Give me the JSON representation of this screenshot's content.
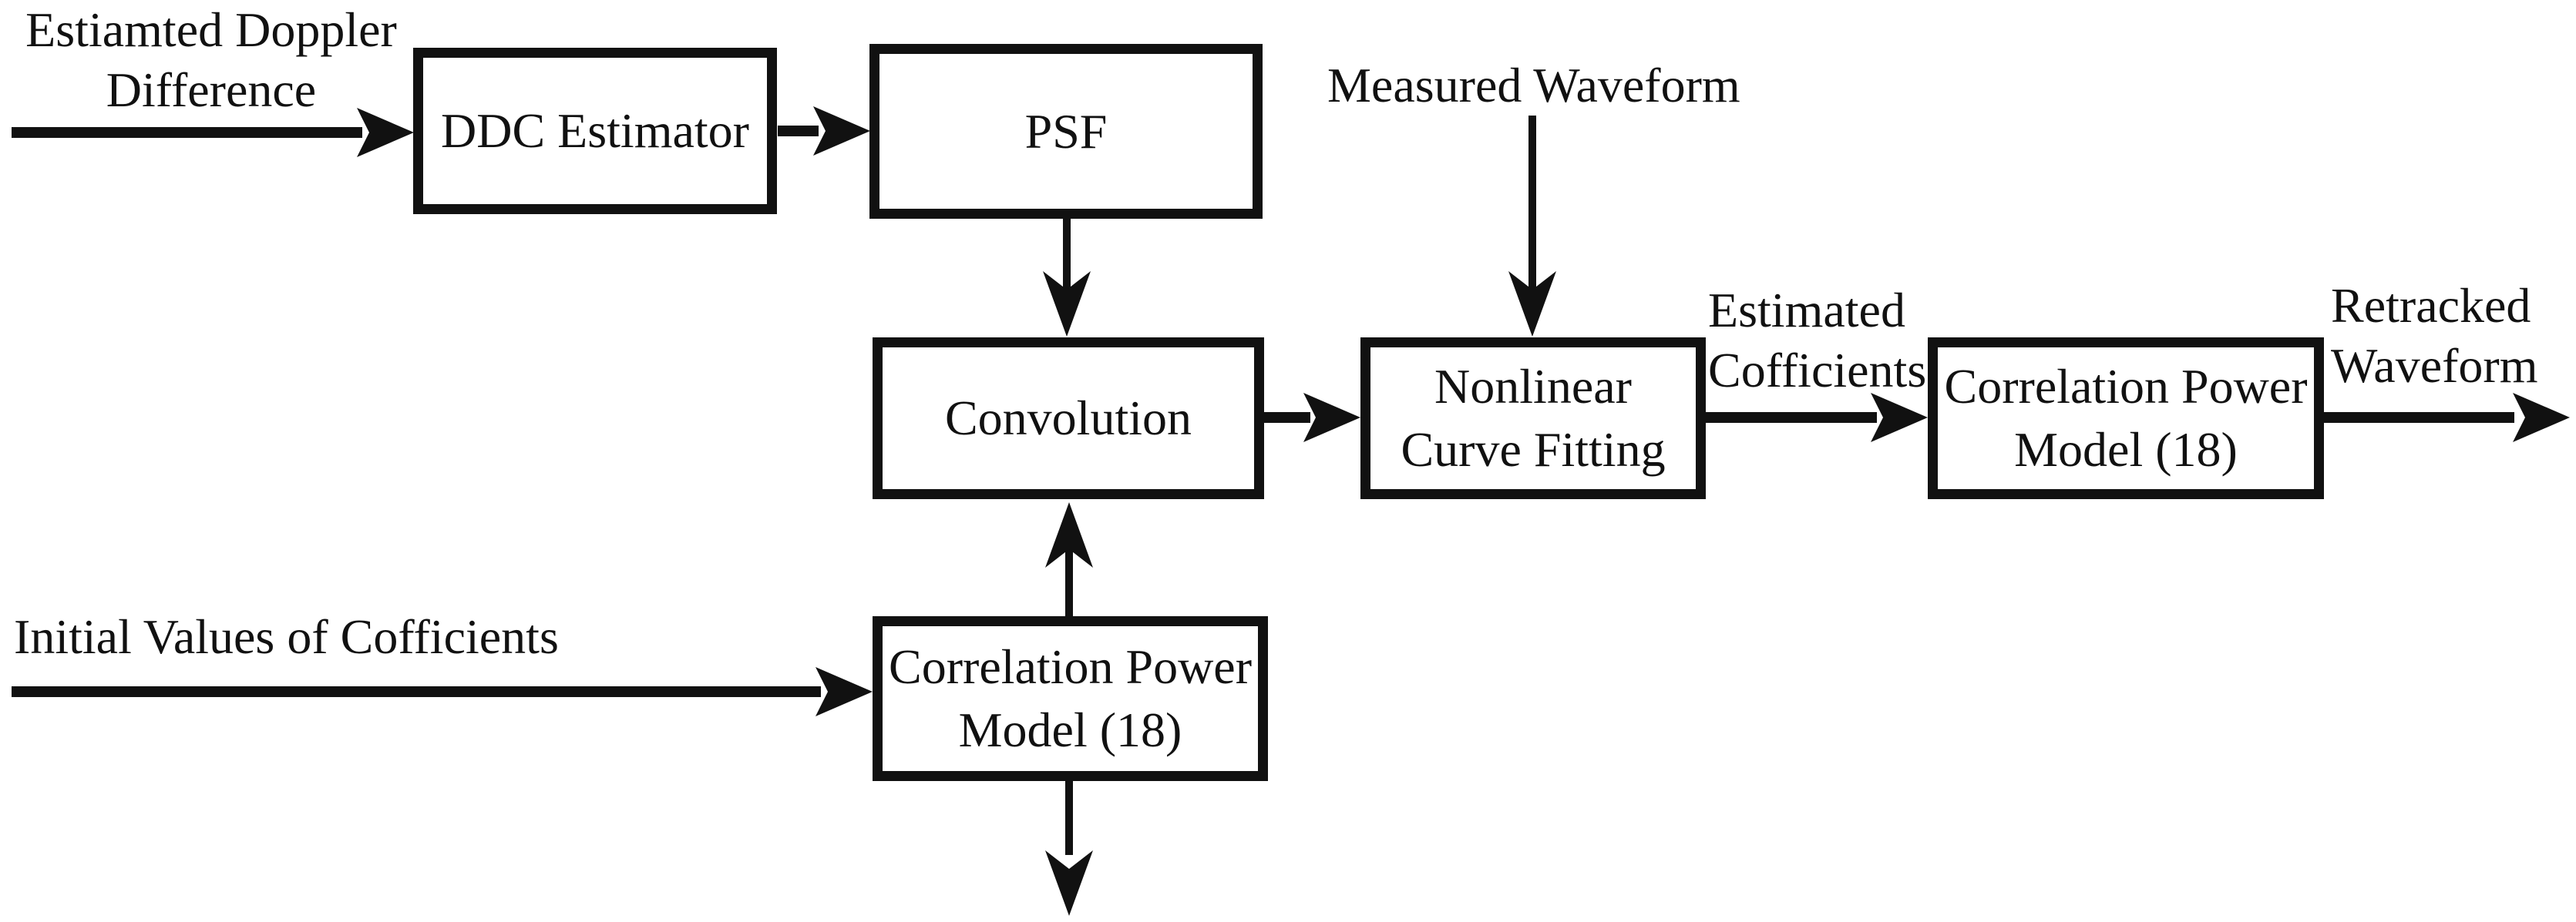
{
  "figure": {
    "type": "block-flow-diagram",
    "ink_color": "#111111",
    "background_color": "#ffffff"
  },
  "boxes": {
    "ddc_estimator": {
      "label": "DDC Estimator"
    },
    "psf": {
      "label": "PSF"
    },
    "convolution": {
      "label": "Convolution"
    },
    "nonlinear_curve_fitting": {
      "label": "Nonlinear\nCurve Fitting"
    },
    "correlation_power_model_mid": {
      "label": "Correlation Power\nModel (18)"
    },
    "correlation_power_model_bottom": {
      "label": "Correlation Power\nModel (18)"
    }
  },
  "edge_labels": {
    "estimated_doppler_difference": "Estiamted Doppler\nDifference",
    "measured_waveform": "Measured Waveform",
    "estimated_cofficients": "Estimated\nCofficients",
    "retracked_waveform": "Retracked\nWaveform",
    "initial_values_of_cofficients": "Initial Values of Cofficients"
  }
}
